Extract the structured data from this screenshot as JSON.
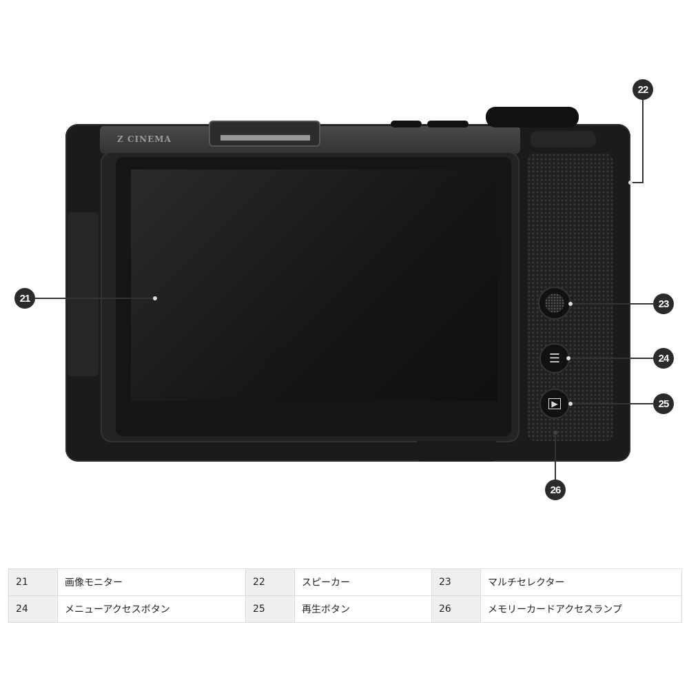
{
  "logo": "Z CINEMA",
  "callouts": [
    {
      "number": "21",
      "label": "画像モニター"
    },
    {
      "number": "22",
      "label": "スピーカー"
    },
    {
      "number": "23",
      "label": "マルチセレクター"
    },
    {
      "number": "24",
      "label": "メニューアクセスボタン"
    },
    {
      "number": "25",
      "label": "再生ボタン"
    },
    {
      "number": "26",
      "label": "メモリーカードアクセスランプ"
    }
  ],
  "icons": {
    "menu": "☰",
    "play": "▶"
  }
}
